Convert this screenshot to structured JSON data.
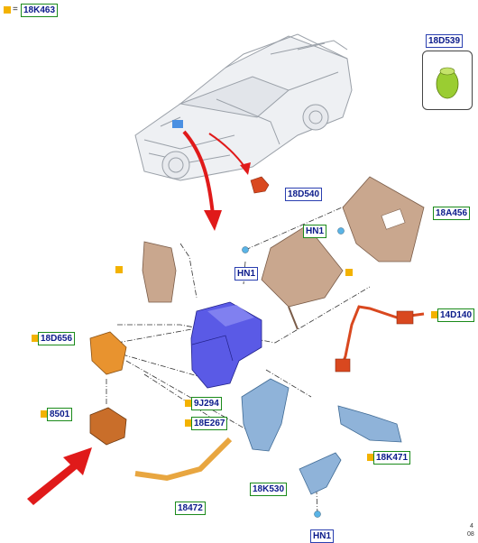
{
  "legend": {
    "symbol": "=",
    "part": "18K463"
  },
  "callout": {
    "part": "18D539"
  },
  "parts": {
    "p18D540": "18D540",
    "p18A456": "18A456",
    "hn1_a": "HN1",
    "hn1_b": "HN1",
    "p14D140": "14D140",
    "p18D656": "18D656",
    "p9J294": "9J294",
    "p8501": "8501",
    "p18E267": "18E267",
    "p18K471": "18K471",
    "p18K530": "18K530",
    "p18472": "18472",
    "hn1_c": "HN1"
  },
  "corner_text": {
    "line1": "4",
    "line2": "08"
  },
  "colors": {
    "label_border": "#1a8a1a",
    "label_text": "#0a1a8a",
    "marker": "#f3b200",
    "arrow": "#e01a1a",
    "bracket": "#c9a78e",
    "heater": "#5a5ae6",
    "duct": "#8fb3d9",
    "orange_part": "#e8932f",
    "red_part": "#d9481f"
  }
}
